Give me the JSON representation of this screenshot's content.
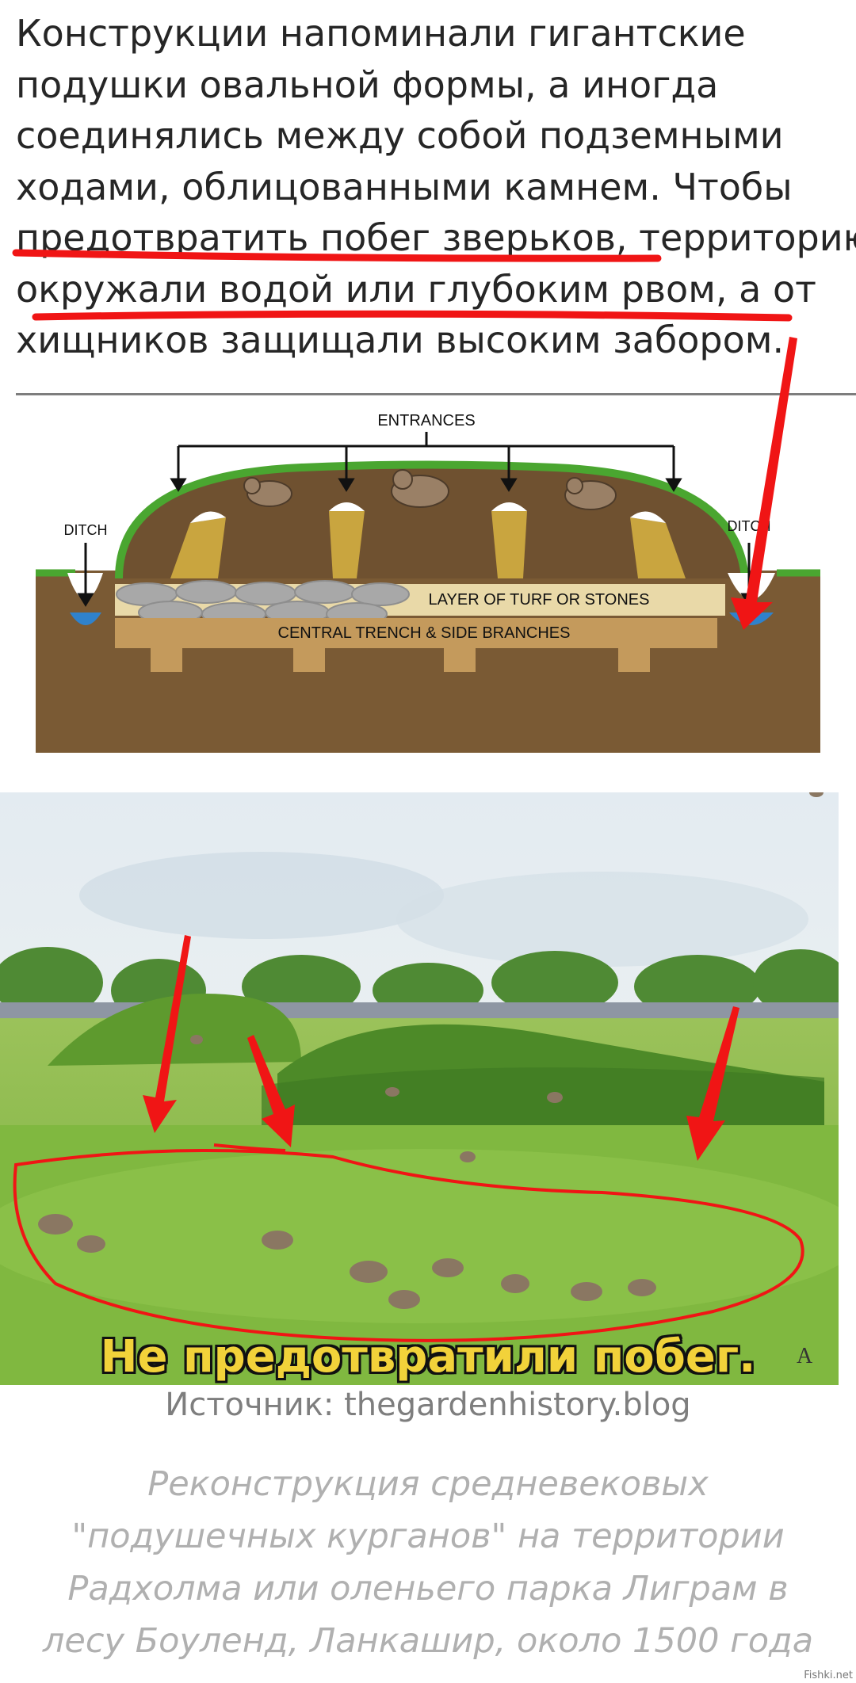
{
  "article": {
    "lines": [
      "Конструкции напоминали гигантские",
      "подушки овальной формы, а иногда",
      "соединялись между собой подземными",
      "ходами, облицованными камнем. Чтобы",
      "предотвратить побег зверьков, территорию",
      "окружали водой или глубоким рвом, а от",
      "хищников защищали высоким забором."
    ]
  },
  "diagram": {
    "entrances_label": "ENTRANCES",
    "ditch_left_label": "DITCH",
    "ditch_right_label": "DITCH",
    "layer_label": "LAYER OF TURF OR STONES",
    "trench_label": "CENTRAL TRENCH & SIDE BRANCHES"
  },
  "painting": {
    "overlay_caption": "Не предотвратили побег."
  },
  "source": "Источник: thegardenhistory.blog",
  "caption_lines": [
    "Реконструкция средневековых",
    "\"подушечных курганов\" на территории",
    "Радхолма или оленьего парка Лиграм в",
    "лесу Боуленд, Ланкашир, около 1500 года"
  ],
  "watermark": "Fishki.net",
  "colors": {
    "annotation_red": "#f01515",
    "text": "#262626",
    "caption_yellow": "#f2d23a",
    "muted_text": "#7e7e7e",
    "caption_grey": "#b0b0b0"
  }
}
